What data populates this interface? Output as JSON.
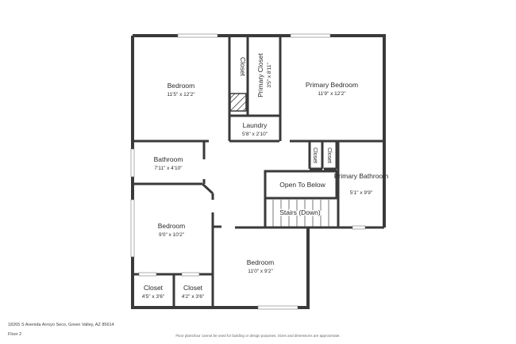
{
  "plan": {
    "rooms": [
      {
        "id": "bedroom-nw",
        "name": "Bedroom",
        "dims": "11'5\" x 12'2\""
      },
      {
        "id": "closet-upper",
        "name": "Closet",
        "dims": ""
      },
      {
        "id": "primary-closet",
        "name": "Primary Closet",
        "dims": "3'5\" x 8'11\""
      },
      {
        "id": "primary-bedroom",
        "name": "Primary Bedroom",
        "dims": "11'9\" x 12'2\""
      },
      {
        "id": "laundry",
        "name": "Laundry",
        "dims": "5'8\" x 2'10\""
      },
      {
        "id": "bathroom",
        "name": "Bathroom",
        "dims": "7'11\" x 4'10\""
      },
      {
        "id": "closet-small-1",
        "name": "Closet",
        "dims": ""
      },
      {
        "id": "closet-small-2",
        "name": "Closet",
        "dims": ""
      },
      {
        "id": "primary-bathroom",
        "name": "Primary Bathroom",
        "dims": "5'1\" x 9'9\""
      },
      {
        "id": "open-to-below",
        "name": "Open To Below",
        "dims": ""
      },
      {
        "id": "stairs",
        "name": "Stairs (Down)",
        "dims": ""
      },
      {
        "id": "bedroom-w",
        "name": "Bedroom",
        "dims": "9'0\" x 10'2\""
      },
      {
        "id": "bedroom-s",
        "name": "Bedroom",
        "dims": "11'0\" x 9'2\""
      },
      {
        "id": "closet-sw1",
        "name": "Closet",
        "dims": "4'5\" x 3'6\""
      },
      {
        "id": "closet-sw2",
        "name": "Closet",
        "dims": "4'2\" x 3'6\""
      }
    ]
  },
  "footer": {
    "address": "18265 S Avenida Arroyo Seco, Green Valley, AZ 85614",
    "floor": "Floor 2",
    "disclaimer": "Floor plans/tour cannot be used for building or design purposes. Sizes and dimensions are approximate."
  }
}
